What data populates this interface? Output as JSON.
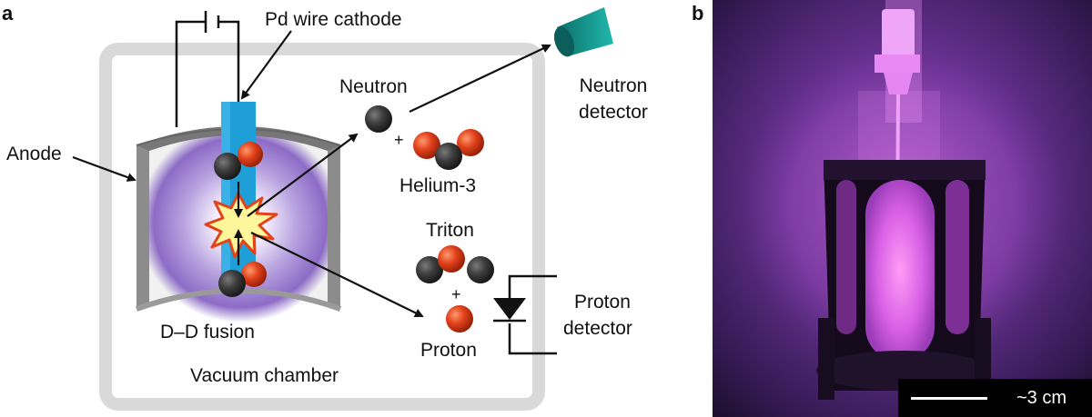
{
  "panel_a": {
    "letter": "a",
    "labels": {
      "cathode": "Pd wire cathode",
      "anode": "Anode",
      "neutron": "Neutron",
      "helium": "Helium-3",
      "triton": "Triton",
      "proton": "Proton",
      "plus": "+",
      "neutron_detector": [
        "Neutron",
        "detector"
      ],
      "proton_detector": [
        "Proton",
        "detector"
      ],
      "fusion": "D–D fusion",
      "chamber": "Vacuum chamber"
    },
    "colors": {
      "chamber_border": "#d9d9d9",
      "anode_gray": "#8c8c8c",
      "cathode_blue": "#1e9fd8",
      "neutron_dark": "#3d3d3d",
      "proton_red": "#e2421c",
      "plasma_purple": "#8c6bc6",
      "detector_teal": "#1aa39a",
      "explosion_yellow": "#fff59a"
    }
  },
  "panel_b": {
    "letter": "b",
    "scale_label": "~3 cm",
    "colors": {
      "glow": "#d860e6",
      "background": "#1a0d2b"
    }
  }
}
